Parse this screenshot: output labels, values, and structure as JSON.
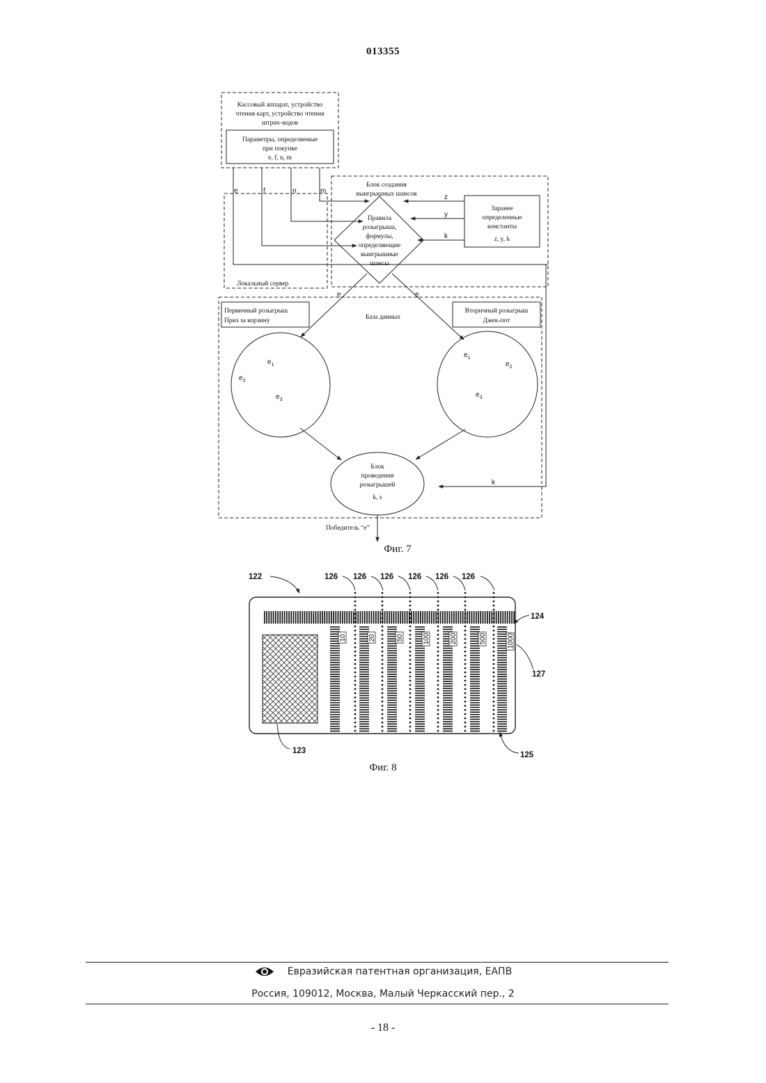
{
  "header": {
    "doc_number": "013355"
  },
  "fig7": {
    "caption": "Фиг. 7",
    "register_block": {
      "line1": "Кассовый аппарат, устройство",
      "line2": "чтения карт, устройство чтения",
      "line3": "штрих-кодов"
    },
    "params_block": {
      "line1": "Параметры, определяемые",
      "line2": "при покупке",
      "line3": "e, f, n, m"
    },
    "signal_e": "e",
    "signal_f": "f",
    "signal_n": "n",
    "signal_m": "m",
    "chance_block": {
      "line1": "Блок создания",
      "line2": "выигрышных шансов"
    },
    "signal_z": "z",
    "signal_y": "y",
    "signal_k": "k",
    "constants_block": {
      "line1": "Заранее",
      "line2": "определенные",
      "line3": "константы",
      "line4": "z, y, k"
    },
    "rules": {
      "line1": "Правила",
      "line2": "розыгрыша,",
      "line3": "формулы,",
      "line4": "определяющие",
      "line5": "выигрышные",
      "line6": "шансы"
    },
    "local_server": "Локальный сервер",
    "edge_left_e": "e",
    "edge_right_e": "e",
    "primary_draw": {
      "line1": "Первичный розыгрыш",
      "line2": "Приз за корзину"
    },
    "database": "База данных",
    "secondary_draw": {
      "line1": "Вторичный розыгрыш",
      "line2": "Джек-пот"
    },
    "left_pool": {
      "e1": "e",
      "e1_sub": "1",
      "e2": "e",
      "e2_sub": "2",
      "e3": "e",
      "e3_sub": "3"
    },
    "right_pool": {
      "e1": "e",
      "e1_sub": "1",
      "e2": "e",
      "e2_sub": "2",
      "e3": "e",
      "e3_sub": "3"
    },
    "draw_block": {
      "line1": "Блок",
      "line2": "проведения",
      "line3": "розыгрышей",
      "line4": "k, s"
    },
    "signal_k_bottom": "k",
    "winner": "Победитель “e”"
  },
  "fig8": {
    "caption": "Фиг. 8",
    "ref_122": "122",
    "ref_123": "123",
    "ref_124": "124",
    "ref_125": "125",
    "ref_127": "127",
    "ref_126": [
      "126",
      "126",
      "126",
      "126",
      "126",
      "126"
    ],
    "denominations": [
      "10",
      "20",
      "50",
      "100",
      "200",
      "500",
      "1000"
    ]
  },
  "footer": {
    "org": "Евразийская патентная организация, ЕАПВ",
    "address": "Россия, 109012, Москва, Малый Черкасский пер., 2",
    "page": "- 18 -"
  }
}
